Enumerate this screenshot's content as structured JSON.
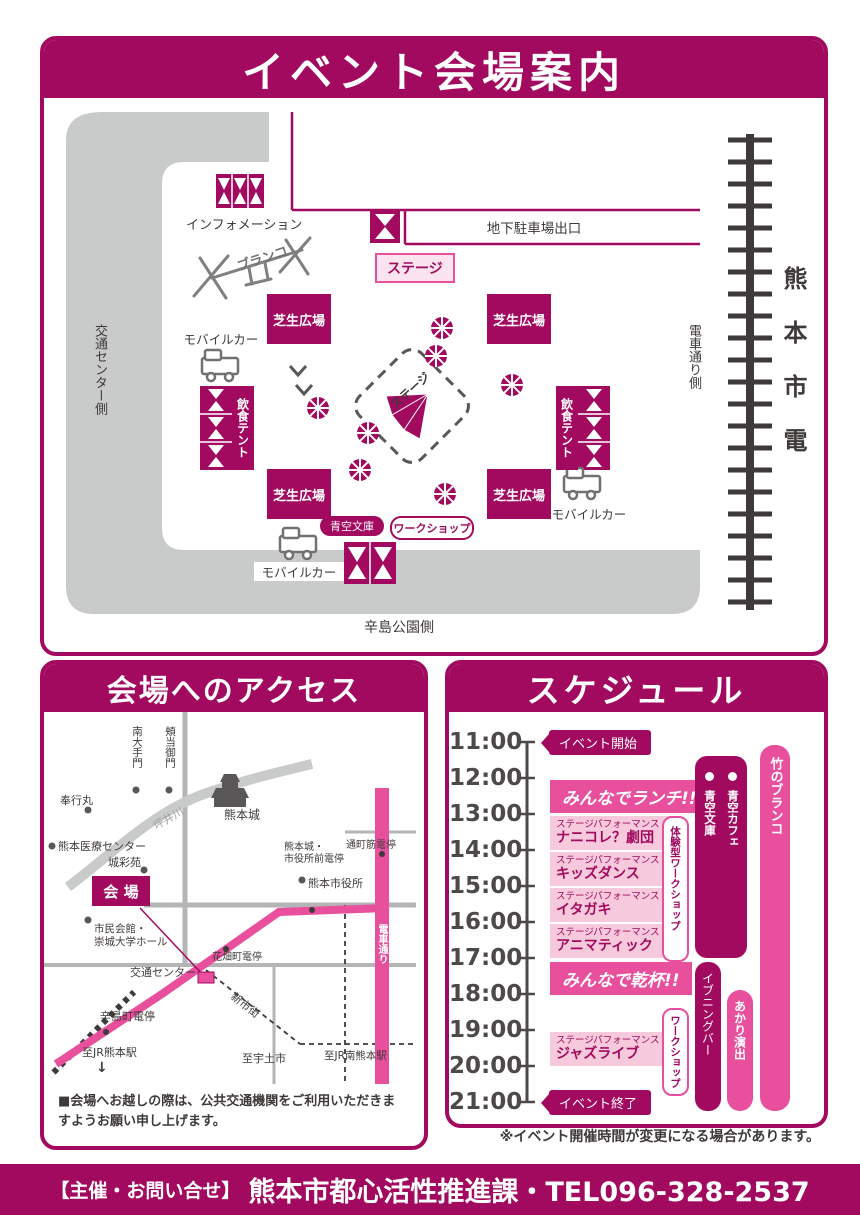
{
  "colors": {
    "magenta": "#A20A5F",
    "pink": "#E84F9D",
    "light_pink": "#F7C9DD",
    "pale_pink": "#FBE3EF",
    "road_gray": "#C9CACA",
    "text_dark": "#3E3A39"
  },
  "venue": {
    "title": "イベント会場案内",
    "information": "インフォメーション",
    "swing": "ブランコ",
    "stage_box": "ステージ",
    "parking_exit": "地下駐車場出口",
    "lawn": "芝生広場",
    "mobile_car": "モバイルカー",
    "food_tent": "飲食テント",
    "center_stage": "ステージ",
    "library": "青空文庫",
    "workshop": "ワークショップ",
    "side_left": "交通センター側",
    "side_right": "電車通り側",
    "side_bottom": "辛島公園側",
    "tram": "熊本市電"
  },
  "access": {
    "title": "会場へのアクセス",
    "venue_badge": "会 場",
    "spots": {
      "hooate_gate": "頬当御門",
      "minami_ote_gate": "南大手門",
      "bugyomaru": "奉行丸",
      "castle": "熊本城",
      "medical_center": "熊本医療センター",
      "josaien": "城彩苑",
      "tsuboi_river": "坪井川",
      "shimin_kaikan_1": "市民会館・",
      "shimin_kaikan_2": "崇城大学ホール",
      "city_hall": "熊本市役所",
      "shiyakushomae_stop_1": "熊本城・",
      "shiyakushomae_stop_2": "市役所前電停",
      "torichosuji_stop": "通町筋電停",
      "kotsu_center": "交通センター",
      "hanabatacho_stop": "花畑町電停",
      "karashimacho_stop": "辛島町電停",
      "shinshigai": "新市街",
      "densha_dori": "電車通り",
      "to_jr_kumamoto": "至JR熊本駅",
      "down_arrow": "↓",
      "to_uto": "至宇土市",
      "to_jr_minami_kumamoto": "至JR南熊本駅"
    },
    "note1": "■会場へお越しの際は、公共交通機関をご利用いただきま",
    "note2": "すようお願い申し上げます。"
  },
  "schedule": {
    "title": "スケジュール",
    "hours": [
      "11:00",
      "12:00",
      "13:00",
      "14:00",
      "15:00",
      "16:00",
      "17:00",
      "18:00",
      "19:00",
      "20:00",
      "21:00"
    ],
    "event_start": "イベント開始",
    "event_end": "イベント終了",
    "lunch": "みんなでランチ!!",
    "toast": "みんなで乾杯!!",
    "stage_performance": "ステージパフォーマンス",
    "performances": [
      "ナニコレ？劇団",
      "キッズダンス",
      "イタガキ",
      "アニマティック",
      "ジャズライブ"
    ],
    "bars": {
      "taiken_workshop": "体験型ワークショップ",
      "aozora_bunko": "青空文庫",
      "aozora_cafe": "青空カフェ",
      "take_buranko": "竹のブランコ",
      "evening_bar": "イブニングバー",
      "akari": "あかり演出",
      "workshop": "ワークショップ"
    },
    "note": "※イベント開催時間が変更になる場合があります。"
  },
  "footer": {
    "prefix": "【主催・お問い合せ】",
    "org": "熊本市都心活性推進課・TEL096-328-2537"
  }
}
